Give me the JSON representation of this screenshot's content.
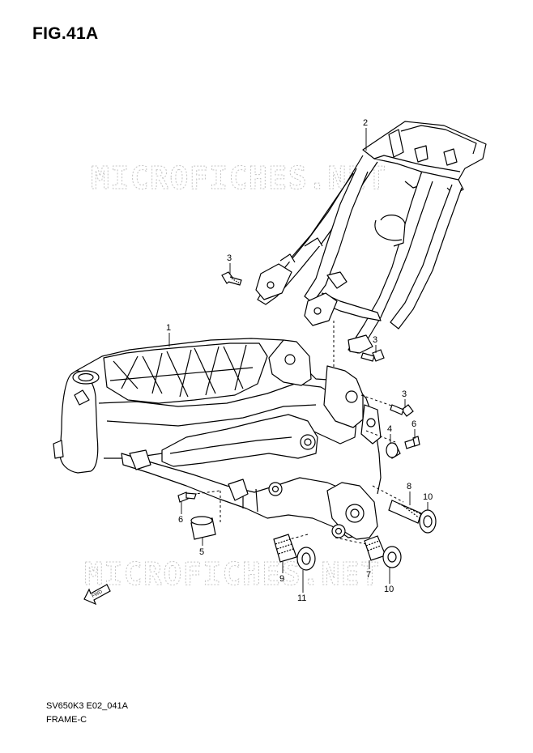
{
  "figure": {
    "title": "FIG.41A"
  },
  "watermark": {
    "text": "MICROFICHES.NET"
  },
  "footer": {
    "code": "SV650K3 E02_041A",
    "name": "FRAME-C"
  },
  "fwd_label": "FWD",
  "callouts": [
    {
      "id": "c1",
      "label": "1"
    },
    {
      "id": "c2",
      "label": "2"
    },
    {
      "id": "c3a",
      "label": "3"
    },
    {
      "id": "c3b",
      "label": "3"
    },
    {
      "id": "c3c",
      "label": "3"
    },
    {
      "id": "c4",
      "label": "4"
    },
    {
      "id": "c5",
      "label": "5"
    },
    {
      "id": "c6a",
      "label": "6"
    },
    {
      "id": "c6b",
      "label": "6"
    },
    {
      "id": "c7",
      "label": "7"
    },
    {
      "id": "c8",
      "label": "8"
    },
    {
      "id": "c9",
      "label": "9"
    },
    {
      "id": "c10a",
      "label": "10"
    },
    {
      "id": "c10b",
      "label": "10"
    },
    {
      "id": "c11",
      "label": "11"
    }
  ],
  "colors": {
    "line": "#000000",
    "watermark": "#c8c8c8",
    "background": "#ffffff"
  }
}
